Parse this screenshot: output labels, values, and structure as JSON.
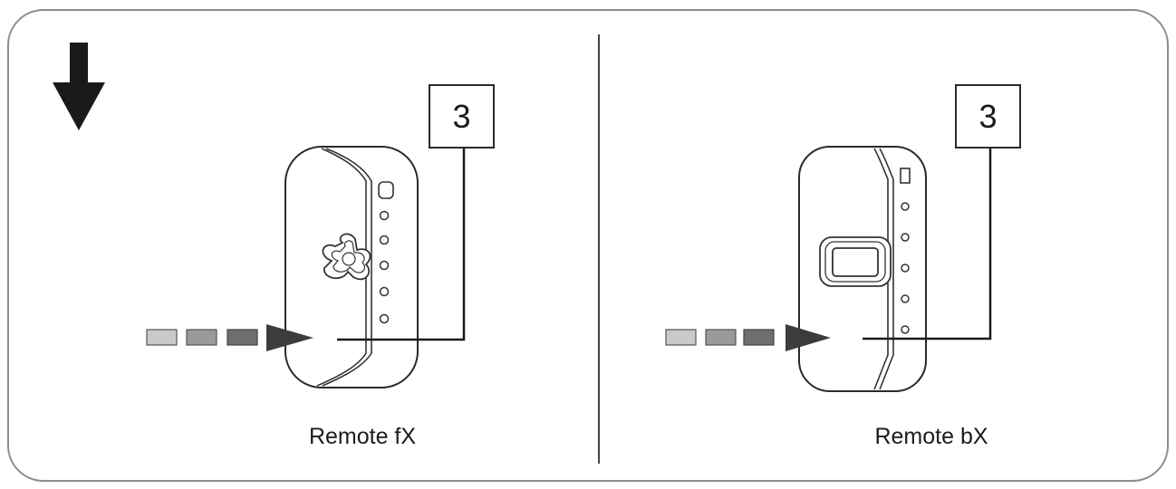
{
  "diagrams": [
    {
      "id": "remote-fx",
      "caption": "Remote fX",
      "step_number": "3"
    },
    {
      "id": "remote-bx",
      "caption": "Remote bX",
      "step_number": "3"
    }
  ],
  "icons": {
    "direction_arrow": "down-arrow-icon",
    "press_arrow": "arrow-right-icon"
  },
  "colors": {
    "line": "#2a2a2a",
    "arrow_dark": "#3c3c3c",
    "dash_light": "#c9c9c9",
    "dash_mid": "#9a9a9a",
    "dash_dark": "#6e6e6e"
  }
}
